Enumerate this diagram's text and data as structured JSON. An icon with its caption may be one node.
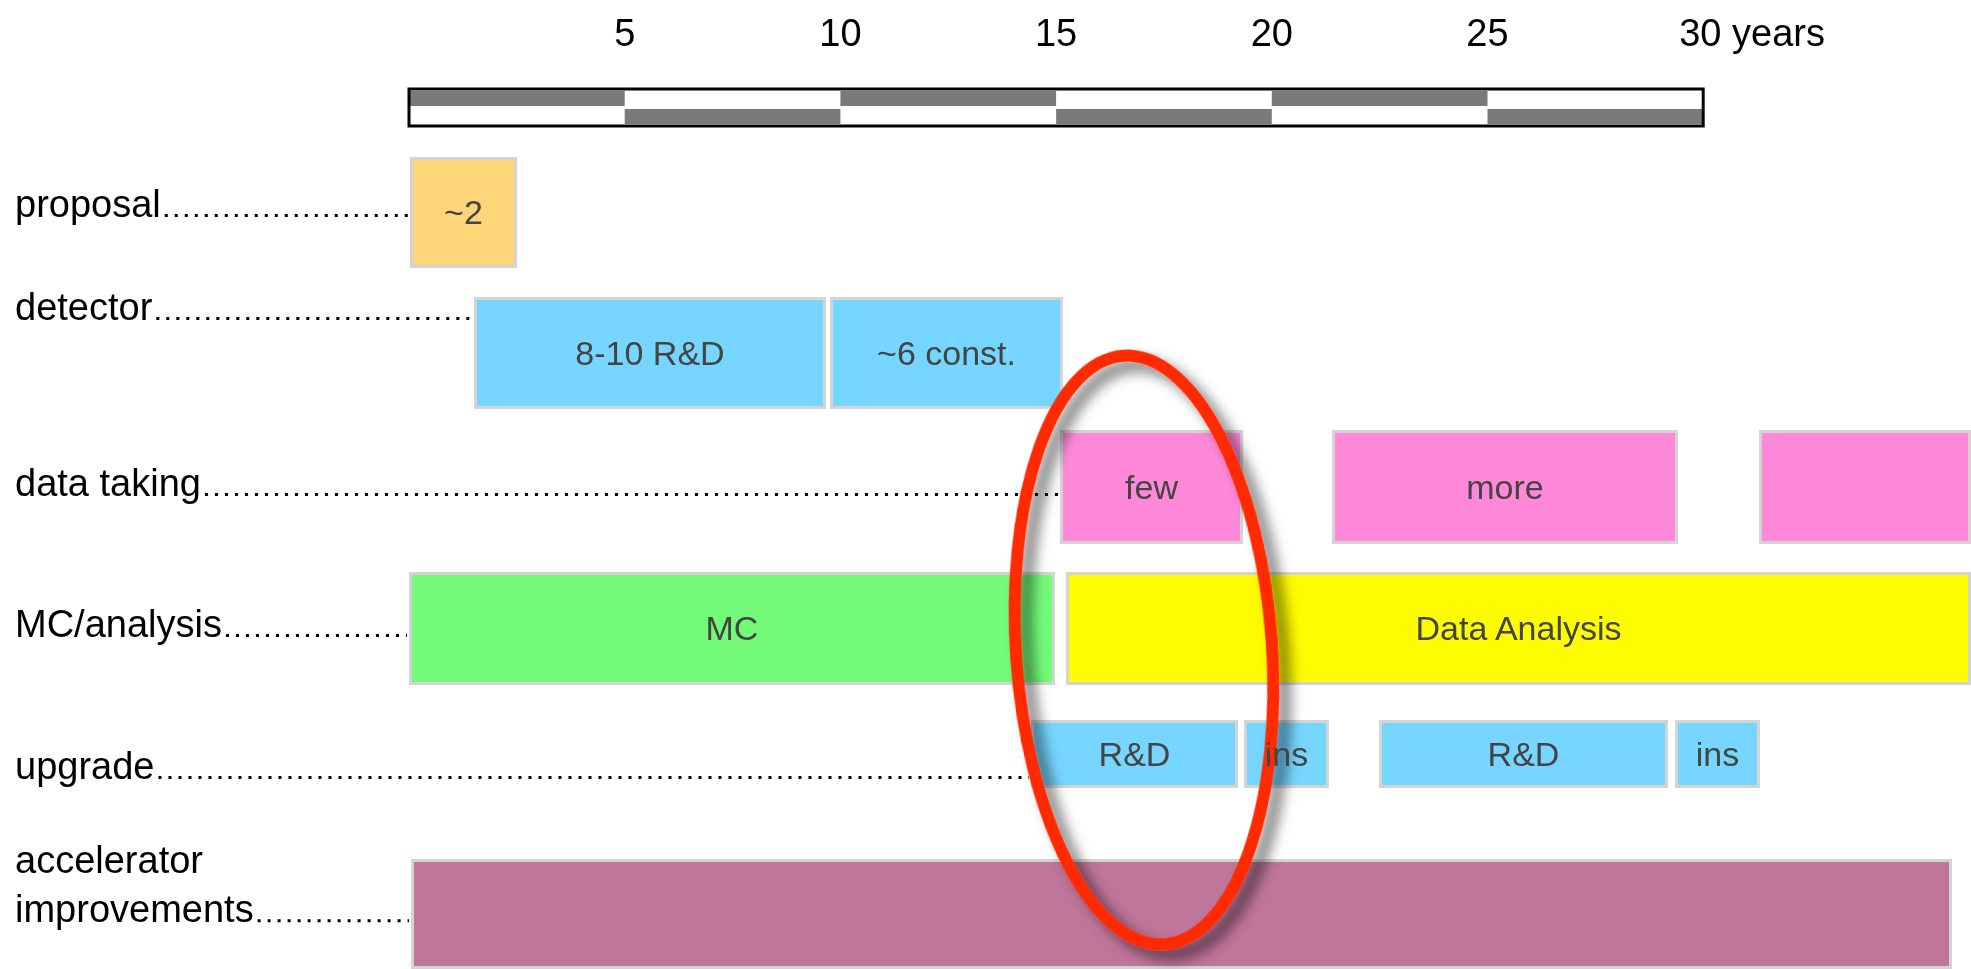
{
  "diagram": {
    "nodes": [
      {
        "text": [
          "proposal"
        ]
      },
      {
        "text": [
          "~2"
        ]
      },
      {
        "text": [
          "detector"
        ]
      },
      {
        "text": [
          "8-10 R&D"
        ]
      },
      {
        "text": [
          "~6 const."
        ]
      },
      {
        "text": [
          "data taking"
        ]
      },
      {
        "text": [
          "few"
        ]
      },
      {
        "text": [
          "more"
        ]
      },
      {
        "text": [],
        "shape": "box"
      },
      {
        "text": [
          "MC/analysis"
        ]
      },
      {
        "text": [
          "MC"
        ]
      },
      {
        "text": [
          "Data Analysis"
        ]
      },
      {
        "text": [
          "upgrade"
        ]
      },
      {
        "text": [
          "R&D"
        ]
      },
      {
        "text": [
          "ins"
        ]
      },
      {
        "text": [
          "R&D"
        ]
      },
      {
        "text": [
          "ins"
        ]
      },
      {
        "text": [
          "accelerator improvements"
        ]
      },
      {
        "text": [],
        "shape": "box"
      }
    ],
    "edges": [
      {
        "from": 0,
        "to": 1,
        "arrow": "none",
        "style": "dashed"
      },
      {
        "from": 2,
        "to": 3,
        "arrow": "none",
        "style": "dashed"
      },
      {
        "from": 5,
        "to": 6,
        "arrow": "none",
        "style": "dashed"
      },
      {
        "from": 9,
        "to": 10,
        "arrow": "none",
        "style": "dashed"
      },
      {
        "from": 12,
        "to": 13,
        "arrow": "none",
        "style": "dashed"
      },
      {
        "from": 17,
        "to": 18,
        "arrow": "none",
        "style": "dashed"
      }
    ],
    "labels": [
      "5",
      "10",
      "15",
      "20",
      "25",
      "30 years"
    ]
  }
}
